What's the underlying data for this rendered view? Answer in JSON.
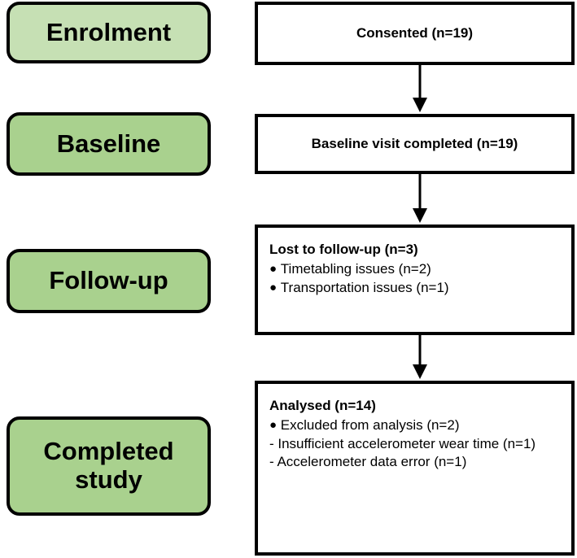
{
  "diagram": {
    "title": "CONSORT-style participant flow diagram",
    "colors": {
      "stage_enrolment_fill": "#C6E0B4",
      "stage_fill": "#A9D18E",
      "border": "#000000",
      "node_fill": "#FFFFFF"
    },
    "stages": [
      {
        "key": "enrolment",
        "label": "Enrolment"
      },
      {
        "key": "baseline",
        "label": "Baseline"
      },
      {
        "key": "followup",
        "label": "Follow-up"
      },
      {
        "key": "completed",
        "label": "Completed study"
      }
    ],
    "nodes": [
      {
        "key": "consented",
        "title": "Consented (n=19)",
        "lines": []
      },
      {
        "key": "baseline_visit",
        "title": "Baseline visit completed (n=19)",
        "lines": []
      },
      {
        "key": "lost_to_followup",
        "title": "Lost to follow-up (n=3)",
        "lines": [
          "Timetabling issues (n=2)",
          "Transportation issues (n=1)"
        ]
      },
      {
        "key": "analysed",
        "title": "Analysed (n=14)",
        "lines": [
          "Excluded from analysis (n=2)",
          "- Insufficient accelerometer wear time (n=1)",
          "- Accelerometer data error (n=1)"
        ]
      }
    ],
    "bullet_glyph": "●",
    "arrows": [
      {
        "key": "consented-to-baseline",
        "direction": "down"
      },
      {
        "key": "baseline-to-followup",
        "direction": "down"
      },
      {
        "key": "followup-to-analysed",
        "direction": "down"
      }
    ]
  }
}
